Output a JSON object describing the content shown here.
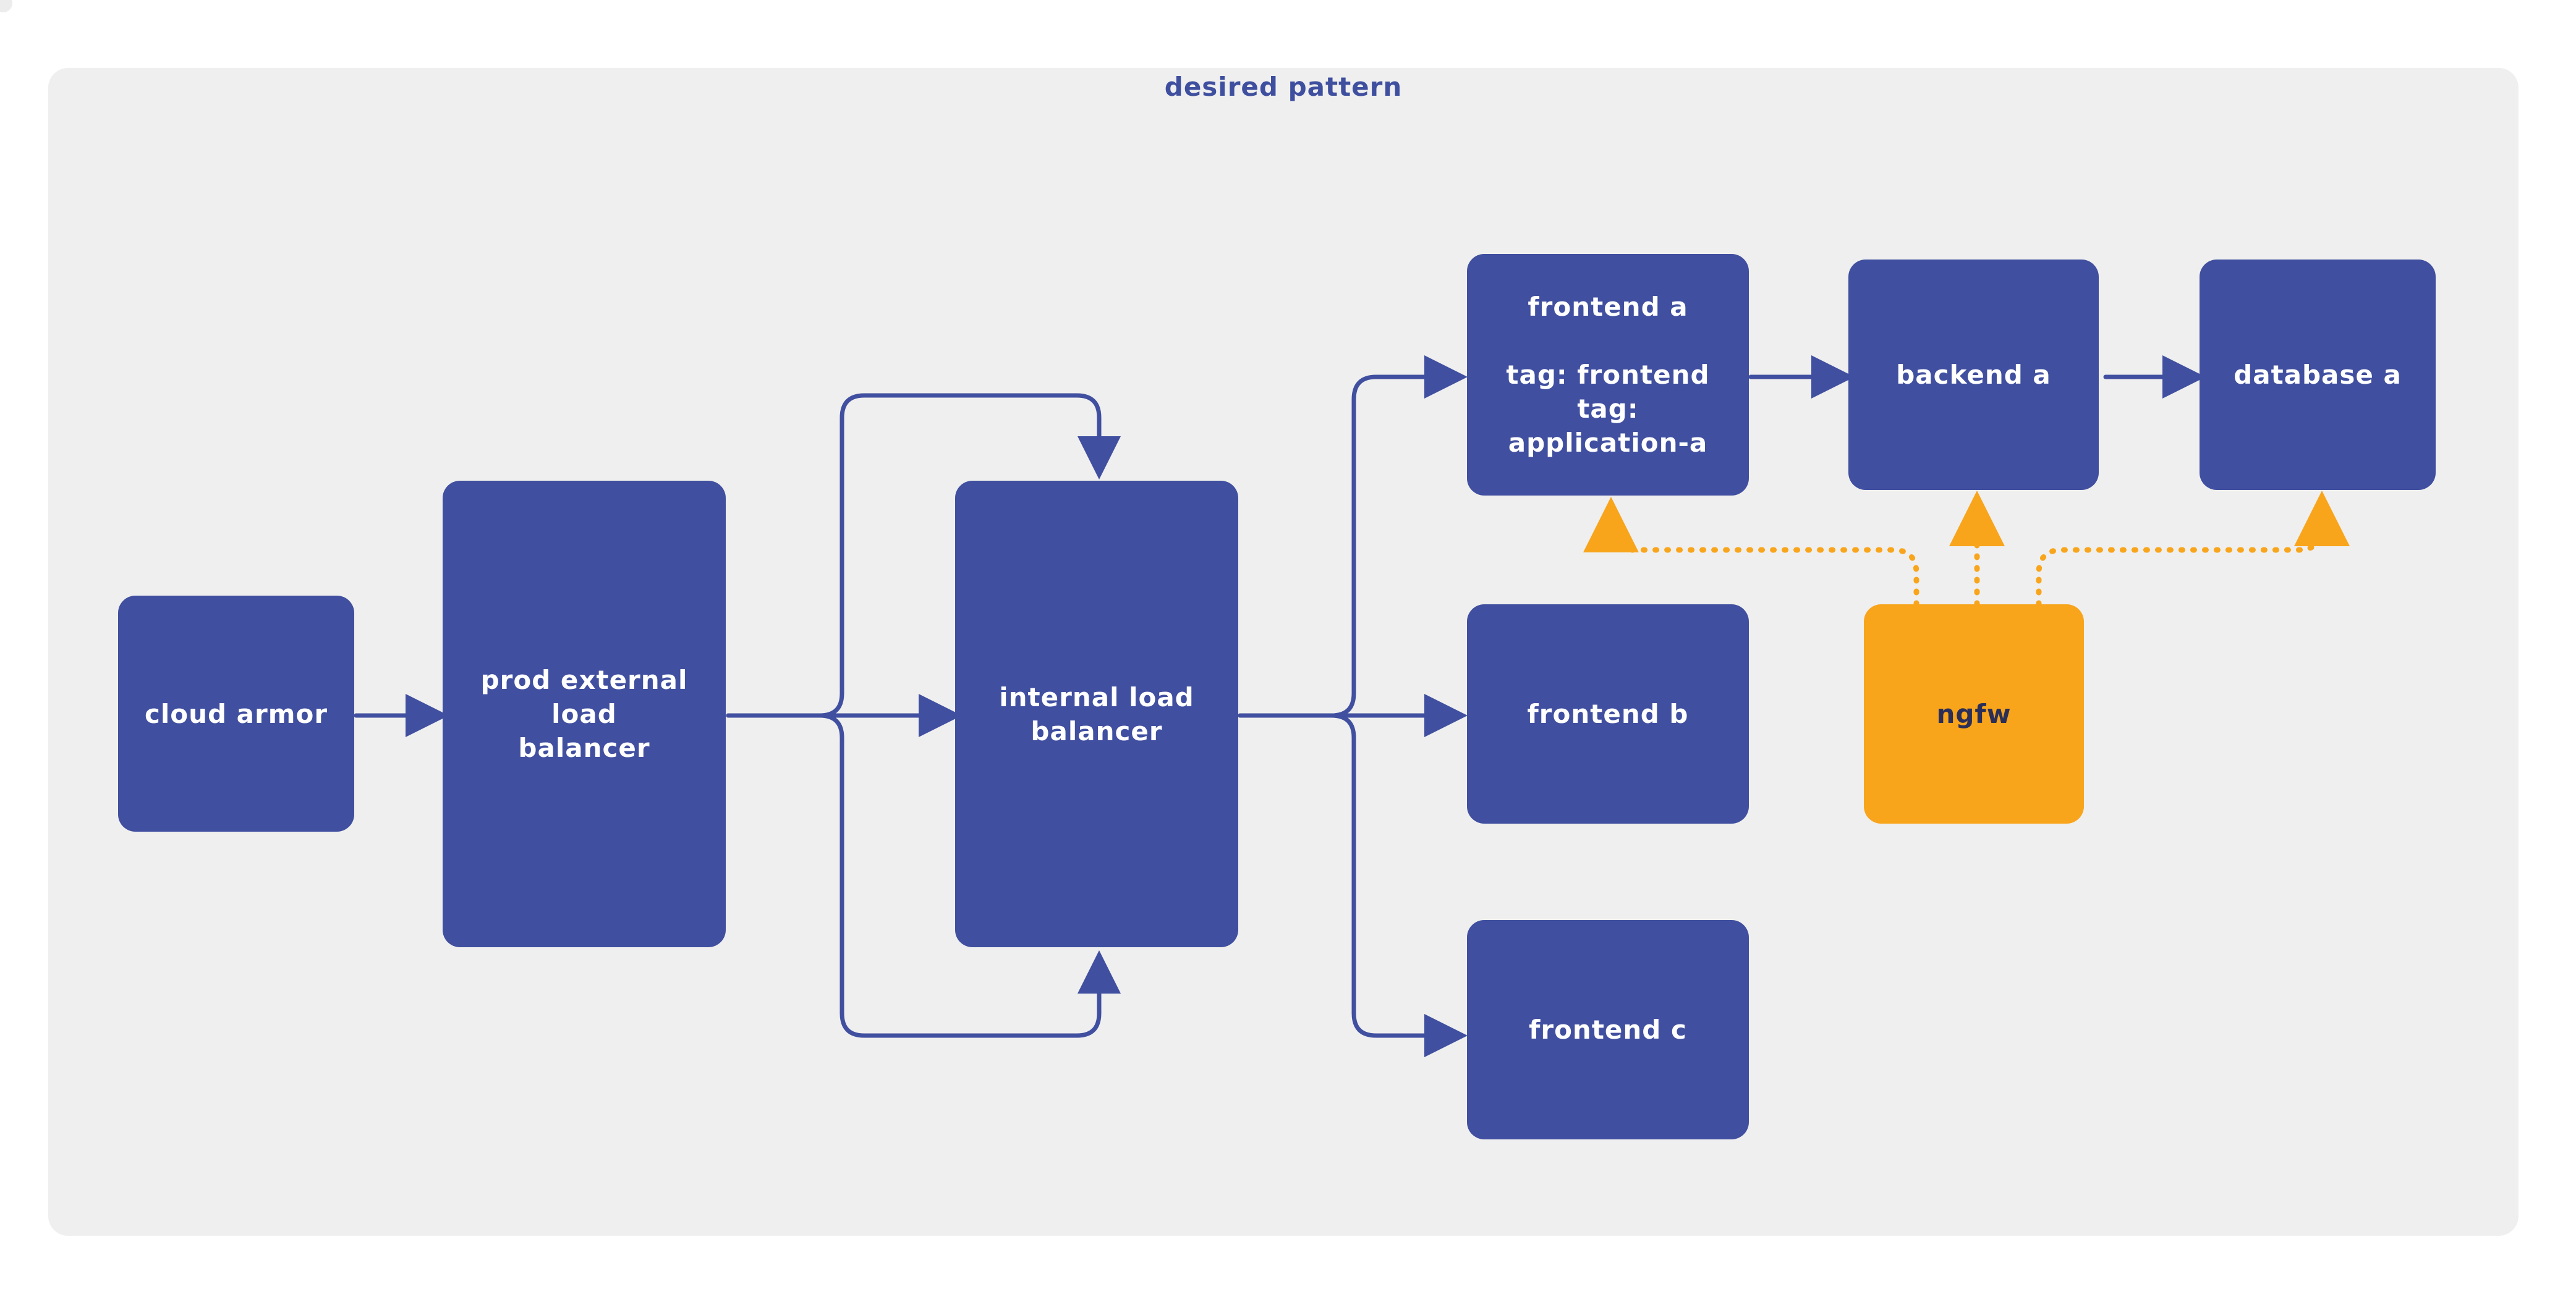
{
  "diagram": {
    "title": "desired pattern",
    "colors": {
      "frame_background": "#efefef",
      "node_fill": "#404f9f",
      "node_text": "#ffffff",
      "accent_fill": "#f8a51c",
      "accent_text": "#2b2f58",
      "connector": "#404f9f",
      "accent_connector": "#f8a51c"
    },
    "nodes": {
      "cloud_armor": "cloud armor",
      "prod_elb": "prod external load\nbalancer",
      "internal_lb": "internal load\nbalancer",
      "frontend_a": "frontend a\n\ntag: frontend\ntag: application-a",
      "backend_a": "backend a",
      "database_a": "database a",
      "frontend_b": "frontend b",
      "frontend_c": "frontend c",
      "ngfw": "ngfw"
    },
    "edges": [
      {
        "from": "cloud armor",
        "to": "prod external load balancer",
        "style": "solid"
      },
      {
        "from": "prod external load balancer",
        "to": "internal load balancer",
        "style": "solid",
        "paths": 3
      },
      {
        "from": "internal load balancer",
        "to": "frontend a",
        "style": "solid"
      },
      {
        "from": "internal load balancer",
        "to": "frontend b",
        "style": "solid"
      },
      {
        "from": "internal load balancer",
        "to": "frontend c",
        "style": "solid"
      },
      {
        "from": "frontend a",
        "to": "backend a",
        "style": "solid"
      },
      {
        "from": "backend a",
        "to": "database a",
        "style": "solid"
      },
      {
        "from": "ngfw",
        "to": "frontend a",
        "style": "dotted"
      },
      {
        "from": "ngfw",
        "to": "backend a",
        "style": "dotted"
      },
      {
        "from": "ngfw",
        "to": "database a",
        "style": "dotted"
      }
    ]
  }
}
